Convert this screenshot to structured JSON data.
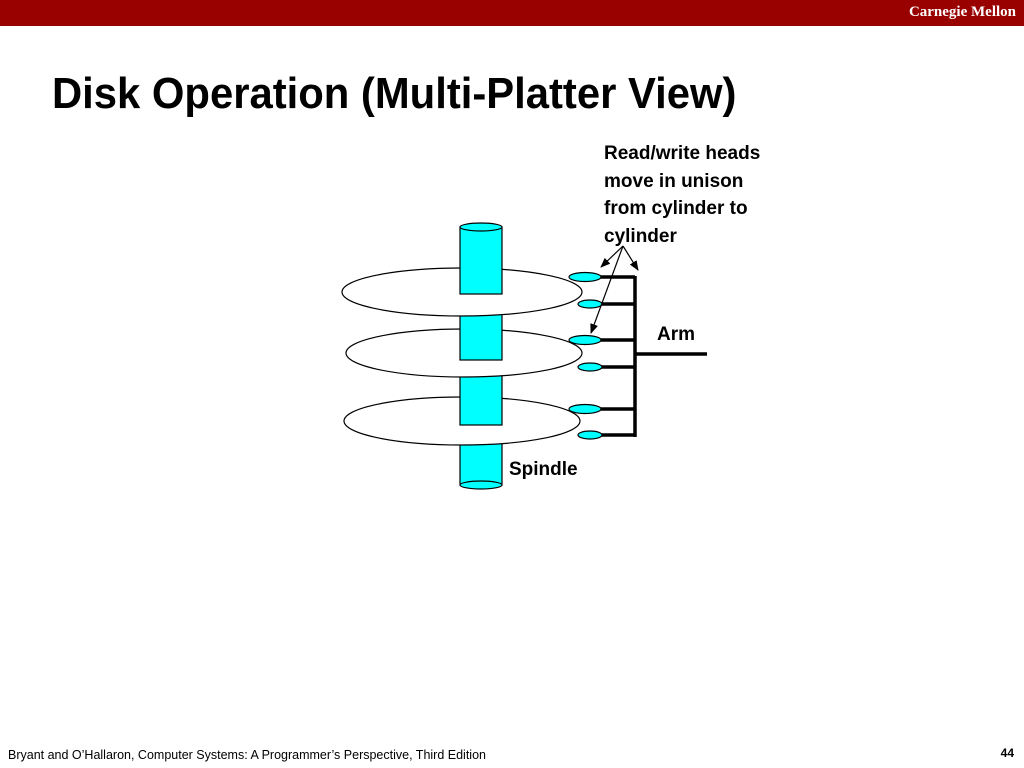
{
  "header": {
    "institution": "Carnegie Mellon",
    "bar_color": "#990000"
  },
  "slide": {
    "title": "Disk Operation (Multi-Platter View)"
  },
  "diagram": {
    "heads_label_lines": [
      "Read/write heads",
      "move in unison",
      "from cylinder to",
      "cylinder"
    ],
    "arm_label": "Arm",
    "spindle_label": "Spindle",
    "spindle_color": "#00ffff",
    "head_color": "#00ffff"
  },
  "footer": {
    "citation": "Bryant and O’Hallaron, Computer Systems: A Programmer’s Perspective, Third Edition",
    "page_number": "44"
  }
}
